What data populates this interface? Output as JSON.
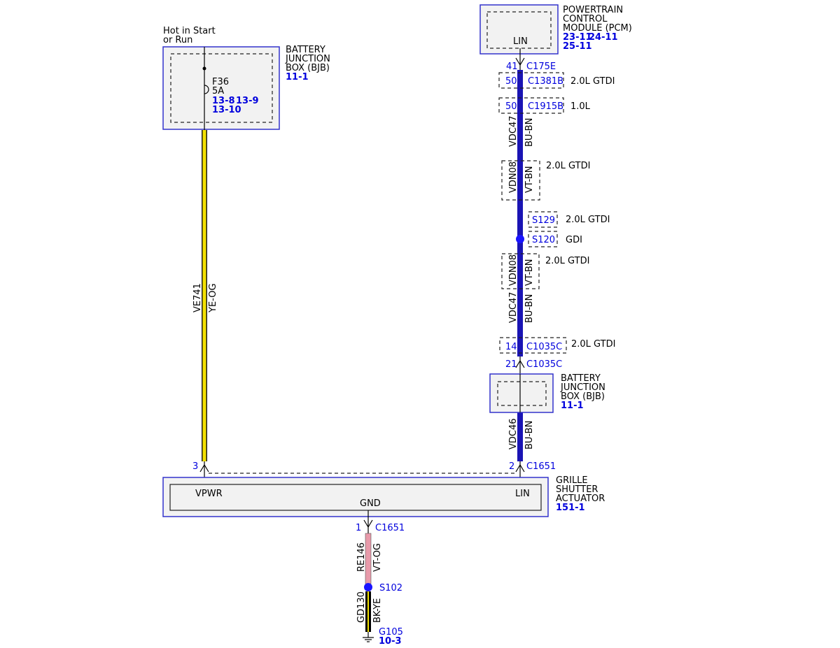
{
  "colors": {
    "wire_ye_og": "#f2e000",
    "wire_bu_bn": "#1a14b4",
    "wire_re": "#e89aaa",
    "wire_bk_ye": "#000000",
    "ref_blue": "#0000dd",
    "box_border": "#3333cc"
  },
  "left": {
    "hot_label_1": "Hot in Start",
    "hot_label_2": "or Run",
    "bjb_name_1": "BATTERY",
    "bjb_name_2": "JUNCTION",
    "bjb_name_3": "BOX (BJB)",
    "bjb_ref": "11-1",
    "fuse_id": "F36",
    "fuse_rating": "5A",
    "fuse_ref_1": "13-8",
    "fuse_ref_2": "13-9",
    "fuse_ref_3": "13-10",
    "wire_id": "VE741",
    "wire_color": "YE-OG",
    "pin": "3"
  },
  "pcm": {
    "name_1": "POWERTRAIN",
    "name_2": "CONTROL",
    "name_3": "MODULE (PCM)",
    "ref_1": "23-11",
    "ref_2": "24-11",
    "ref_3": "25-11",
    "pin_label": "LIN",
    "out_pin": "41",
    "out_conn": "C175E"
  },
  "right_chain": {
    "c1381b_pin": "50",
    "c1381b_conn": "C1381B",
    "c1381b_note": "2.0L GTDI",
    "c1915b_pin": "50",
    "c1915b_conn": "C1915B",
    "c1915b_note": "1.0L",
    "wire1_id": "VDC47",
    "wire1_color": "BU-BN",
    "wire2_id": "VDN08",
    "wire2_color": "VT-BN",
    "wire2_note": "2.0L GTDI",
    "s129": "S129",
    "s129_note": "2.0L GTDI",
    "s120": "S120",
    "s120_note": "GDI",
    "wire3_id": "VDN08",
    "wire3_color": "VT-BN",
    "wire3_note": "2.0L GTDI",
    "wire4_id": "VDC47",
    "wire4_color": "BU-BN",
    "c1035c_pin": "14",
    "c1035c_conn": "C1035C",
    "c1035c_note": "2.0L GTDI",
    "c1035c2_pin": "21",
    "c1035c2_conn": "C1035C",
    "bjb2_name_1": "BATTERY",
    "bjb2_name_2": "JUNCTION",
    "bjb2_name_3": "BOX (BJB)",
    "bjb2_ref": "11-1",
    "wire5_id": "VDC46",
    "wire5_color": "BU-BN",
    "pin2": "2",
    "conn_c1651": "C1651"
  },
  "actuator": {
    "name_1": "GRILLE",
    "name_2": "SHUTTER",
    "name_3": "ACTUATOR",
    "ref": "151-1",
    "vpwr": "VPWR",
    "lin": "LIN",
    "gnd": "GND"
  },
  "ground": {
    "pin": "1",
    "conn": "C1651",
    "wire1_id": "RE146",
    "wire1_color": "VT-OG",
    "splice": "S102",
    "wire2_id": "GD130",
    "wire2_color": "BK-YE",
    "gnd_id": "G105",
    "gnd_ref": "10-3"
  }
}
